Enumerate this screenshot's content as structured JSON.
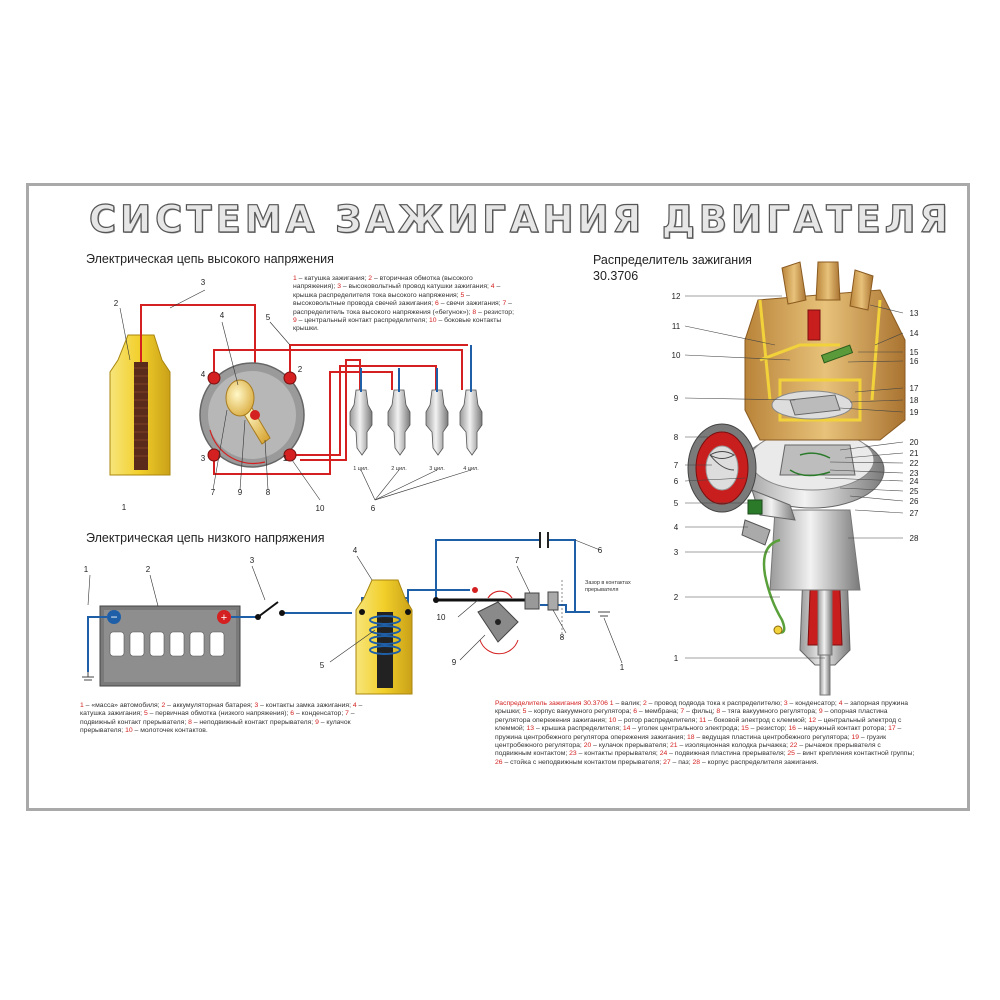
{
  "title": "СИСТЕМА ЗАЖИГАНИЯ ДВИГАТЕЛЯ",
  "high_voltage": {
    "heading": "Электрическая цепь высокого напряжения",
    "legend": [
      {
        "n": "1",
        "t": " – катушка зажигания; "
      },
      {
        "n": "2",
        "t": " – вторичная обмотка (высокого напряжения); "
      },
      {
        "n": "3",
        "t": " – высоковольтный провод катушки зажигания; "
      },
      {
        "n": "4",
        "t": " – крышка распределителя тока высокого напряжения; "
      },
      {
        "n": "5",
        "t": " – высоковольтные провода свечей зажигания; "
      },
      {
        "n": "6",
        "t": " – свечи зажигания; "
      },
      {
        "n": "7",
        "t": " – распределитель тока высокого напряжения («бегунок»); "
      },
      {
        "n": "8",
        "t": " – резистор; "
      },
      {
        "n": "9",
        "t": " – центральный контакт распределителя; "
      },
      {
        "n": "10",
        "t": " – боковые контакты крышки."
      }
    ],
    "callouts": [
      "1",
      "2",
      "3",
      "4",
      "5",
      "6",
      "7",
      "8",
      "9",
      "10"
    ],
    "cap_terminals": [
      "1",
      "2",
      "3",
      "4"
    ],
    "plug_labels": [
      "1 цил.",
      "2 цил.",
      "3 цил.",
      "4 цил."
    ]
  },
  "low_voltage": {
    "heading": "Электрическая цепь низкого напряжения",
    "legend": [
      {
        "n": "1",
        "t": " – «масса» автомобиля; "
      },
      {
        "n": "2",
        "t": " – аккумуляторная батарея; "
      },
      {
        "n": "3",
        "t": " – контакты замка зажигания; "
      },
      {
        "n": "4",
        "t": " – катушка зажигания; "
      },
      {
        "n": "5",
        "t": " – первичная обмотка (низкого напряжения); "
      },
      {
        "n": "6",
        "t": " – конденсатор; "
      },
      {
        "n": "7",
        "t": " – подвижный контакт прерывателя; "
      },
      {
        "n": "8",
        "t": " – неподвижный контакт прерывателя; "
      },
      {
        "n": "9",
        "t": " – кулачок прерывателя; "
      },
      {
        "n": "10",
        "t": " – молоточек контактов."
      }
    ],
    "callouts": [
      "1",
      "2",
      "3",
      "4",
      "5",
      "6",
      "7",
      "8",
      "9",
      "10",
      "1"
    ],
    "gap_label": "Зазор в контактах прерывателя",
    "battery_minus": "−",
    "battery_plus": "+"
  },
  "distributor": {
    "heading_line1": "Распределитель зажигания",
    "heading_line2": "30.3706",
    "left_callouts": [
      "12",
      "11",
      "10",
      "9",
      "8",
      "7",
      "6",
      "5",
      "4",
      "3",
      "2",
      "1"
    ],
    "right_callouts": [
      "13",
      "14",
      "15",
      "16",
      "17",
      "18",
      "19",
      "20",
      "21",
      "22",
      "23",
      "24",
      "25",
      "26",
      "27",
      "28"
    ],
    "legend_head": "Распределитель зажигания 30.3706",
    "legend": [
      {
        "n": "1",
        "t": " – валик; "
      },
      {
        "n": "2",
        "t": " – провод подвода тока к распределителю; "
      },
      {
        "n": "3",
        "t": " – конденсатор; "
      },
      {
        "n": "4",
        "t": " – запорная пружина крышки; "
      },
      {
        "n": "5",
        "t": " – корпус вакуумного регулятора; "
      },
      {
        "n": "6",
        "t": " – мембрана; "
      },
      {
        "n": "7",
        "t": " – фильц; "
      },
      {
        "n": "8",
        "t": " – тяга вакуумного регулятора; "
      },
      {
        "n": "9",
        "t": " – опорная пластина регулятора опережения зажигания; "
      },
      {
        "n": "10",
        "t": " – ротор распределителя; "
      },
      {
        "n": "11",
        "t": " – боковой электрод с клеммой; "
      },
      {
        "n": "12",
        "t": " – центральный электрод с клеммой; "
      },
      {
        "n": "13",
        "t": " – крышка распределителя; "
      },
      {
        "n": "14",
        "t": " – уголек центрального электрода; "
      },
      {
        "n": "15",
        "t": " – резистор; "
      },
      {
        "n": "16",
        "t": " – наружный контакт ротора; "
      },
      {
        "n": "17",
        "t": " – пружина центробежного регулятора опережения зажигания; "
      },
      {
        "n": "18",
        "t": " – ведущая пластина центробежного регулятора; "
      },
      {
        "n": "19",
        "t": " – грузик центробежного регулятора; "
      },
      {
        "n": "20",
        "t": " – кулачок прерывателя; "
      },
      {
        "n": "21",
        "t": " – изоляционная колодка рычажка; "
      },
      {
        "n": "22",
        "t": " – рычажок прерывателя с подвижным контактом; "
      },
      {
        "n": "23",
        "t": " – контакты прерывателя; "
      },
      {
        "n": "24",
        "t": " – подвижная пластина прерывателя; "
      },
      {
        "n": "25",
        "t": " – винт крепления контактной группы; "
      },
      {
        "n": "26",
        "t": " – стойка с неподвижным контактом прерывателя; "
      },
      {
        "n": "27",
        "t": " – паз; "
      },
      {
        "n": "28",
        "t": " – корпус распределителя зажигания."
      }
    ]
  },
  "colors": {
    "wire_high": "#d42020",
    "wire_low": "#1f5fa8",
    "coil": "#f2d23a",
    "cap": "#d9a84a",
    "body": "#d8d8d8"
  }
}
